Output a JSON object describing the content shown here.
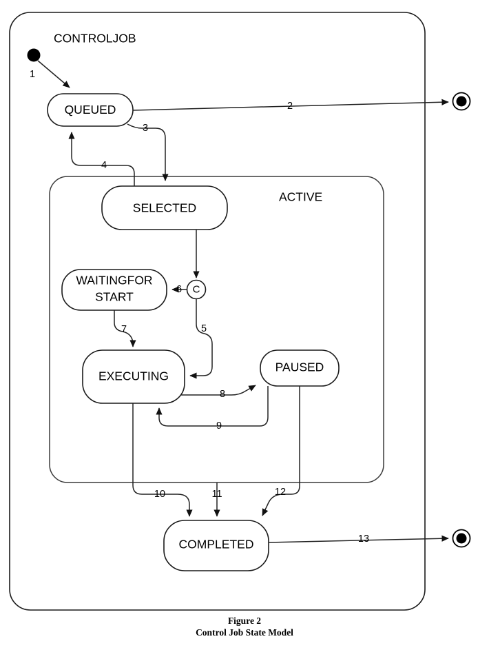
{
  "figure": {
    "caption_title": "Figure 2",
    "caption_subtitle": "Control Job State Model"
  },
  "diagram": {
    "type": "uml-state-machine",
    "outer_region_label": "CONTROLJOB",
    "inner_region_label": "ACTIVE",
    "junction_label": "C",
    "states": [
      {
        "id": "queued",
        "label": "QUEUED",
        "label_line2": ""
      },
      {
        "id": "selected",
        "label": "SELECTED",
        "label_line2": ""
      },
      {
        "id": "waitingforstart",
        "label": "WAITINGFOR",
        "label_line2": "START"
      },
      {
        "id": "executing",
        "label": "EXECUTING",
        "label_line2": ""
      },
      {
        "id": "paused",
        "label": "PAUSED",
        "label_line2": ""
      },
      {
        "id": "completed",
        "label": "COMPLETED",
        "label_line2": ""
      }
    ],
    "pseudostates": [
      {
        "id": "initial",
        "kind": "initial-state"
      },
      {
        "id": "final-top",
        "kind": "final-state"
      },
      {
        "id": "final-bottom",
        "kind": "final-state"
      },
      {
        "id": "junction-c",
        "kind": "choice-junction"
      }
    ],
    "transitions": [
      {
        "id": 1,
        "label": "1",
        "from": "initial",
        "to": "queued"
      },
      {
        "id": 2,
        "label": "2",
        "from": "queued",
        "to": "final-top"
      },
      {
        "id": 3,
        "label": "3",
        "from": "queued",
        "to": "selected"
      },
      {
        "id": 4,
        "label": "4",
        "from": "selected",
        "to": "queued"
      },
      {
        "id": 5,
        "label": "5",
        "from": "junction-c",
        "to": "executing"
      },
      {
        "id": 6,
        "label": "6",
        "from": "junction-c",
        "to": "waitingforstart"
      },
      {
        "id": 7,
        "label": "7",
        "from": "waitingforstart",
        "to": "executing"
      },
      {
        "id": 8,
        "label": "8",
        "from": "executing",
        "to": "paused"
      },
      {
        "id": 9,
        "label": "9",
        "from": "paused",
        "to": "executing"
      },
      {
        "id": 10,
        "label": "10",
        "from": "executing",
        "to": "completed"
      },
      {
        "id": 11,
        "label": "11",
        "from": "active",
        "to": "completed"
      },
      {
        "id": 12,
        "label": "12",
        "from": "paused",
        "to": "completed"
      },
      {
        "id": 13,
        "label": "13",
        "from": "completed",
        "to": "final-bottom"
      }
    ]
  },
  "colors": {
    "stroke": "#1a1a1a",
    "region_stroke": "#3a3a3a",
    "background": "#ffffff",
    "text": "#000000"
  }
}
